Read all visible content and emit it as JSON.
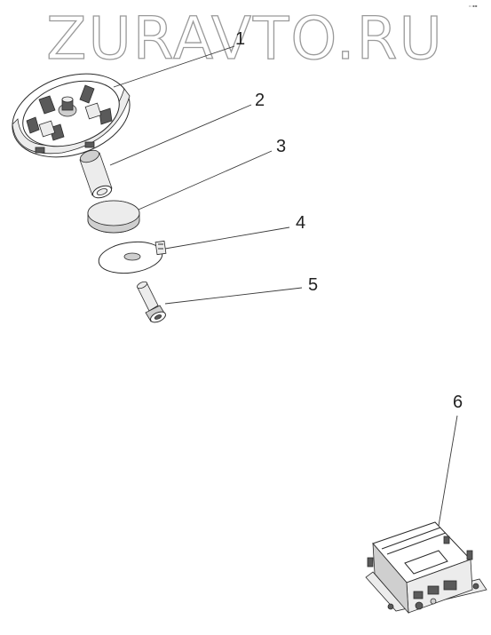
{
  "watermark": {
    "text": "ZURAVTO.RU"
  },
  "corner_mark": {
    "text": "▫ ▪▪"
  },
  "callouts": [
    {
      "label": "1"
    },
    {
      "label": "2"
    },
    {
      "label": "3"
    },
    {
      "label": "4"
    },
    {
      "label": "5"
    },
    {
      "label": "6"
    }
  ],
  "colors": {
    "line": "#2b2b2b",
    "watermark_stroke": "#9a9a9a",
    "background": "#ffffff"
  }
}
